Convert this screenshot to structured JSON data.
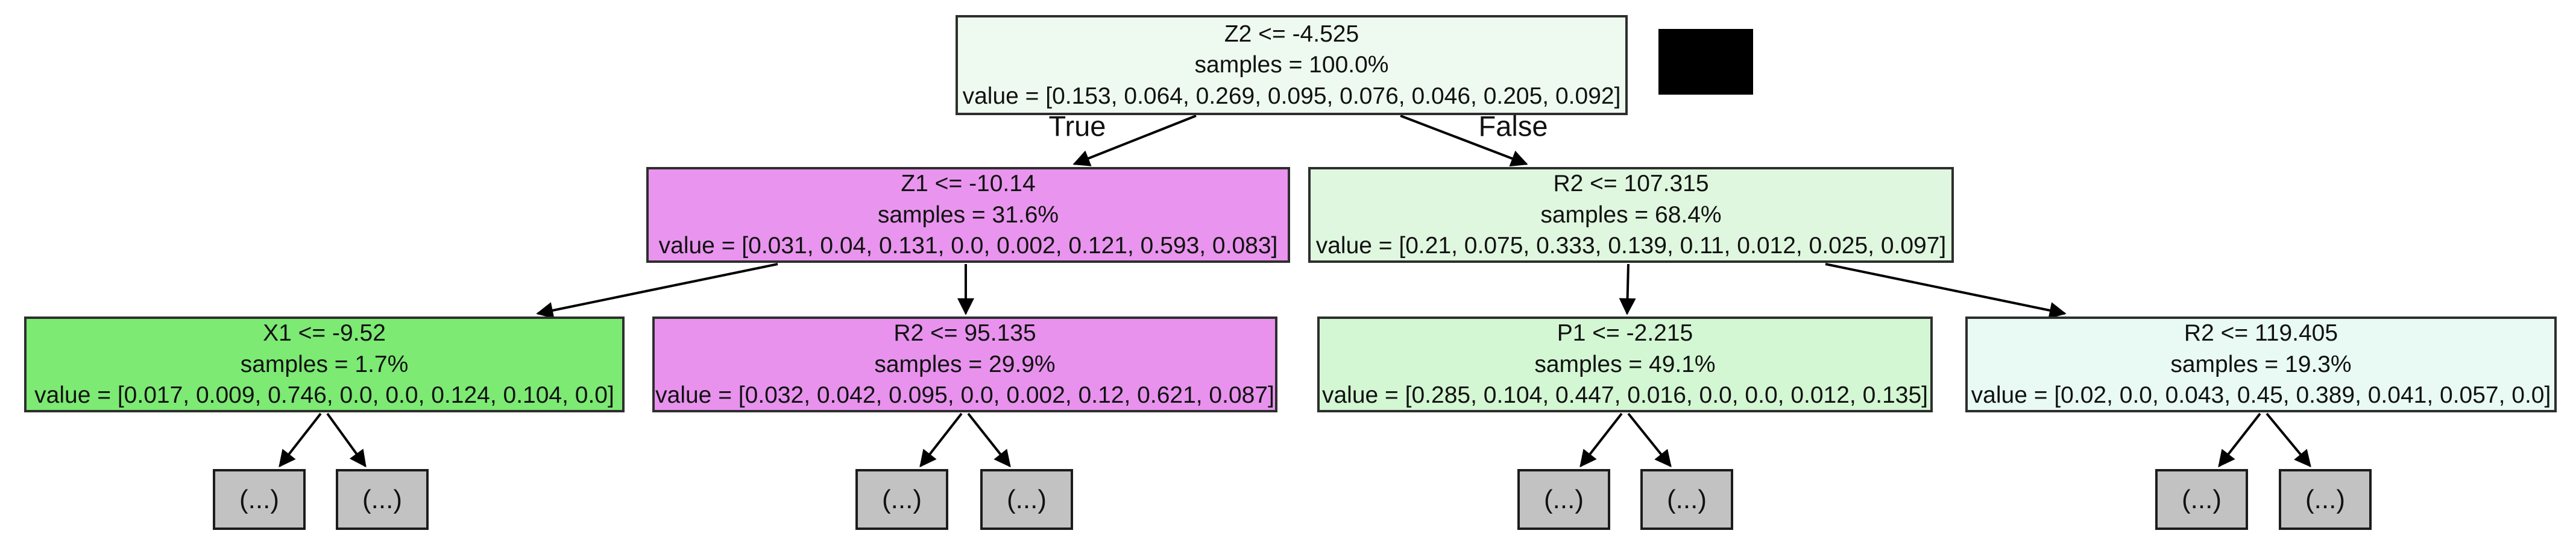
{
  "figure": {
    "kind": "decision-tree-plot",
    "background": "#ffffff",
    "text_color": "#111111",
    "edge_color": "#000000"
  },
  "edge_labels": {
    "true": "True",
    "false": "False"
  },
  "leaf_label": "(...)",
  "legend": {
    "swatch_color": "#000000"
  },
  "chart_data": {
    "type": "tree",
    "visible_split_nodes": 7,
    "collapsed_leaves": 8,
    "nodes": {
      "root": {
        "condition": "Z2 <= -4.525",
        "samples_label": "samples = 100.0%",
        "samples_pct": 100.0,
        "value_label": "value = [0.153, 0.064, 0.269, 0.095, 0.076, 0.046, 0.205, 0.092]",
        "values": [
          0.153,
          0.064,
          0.269,
          0.095,
          0.076,
          0.046,
          0.205,
          0.092
        ],
        "fill": "#eefaef"
      },
      "l2_left": {
        "condition": "Z1 <= -10.14",
        "samples_label": "samples = 31.6%",
        "samples_pct": 31.6,
        "value_label": "value = [0.031, 0.04, 0.131, 0.0, 0.002, 0.121, 0.593, 0.083]",
        "values": [
          0.031,
          0.04,
          0.131,
          0.0,
          0.002,
          0.121,
          0.593,
          0.083
        ],
        "fill": "#e994ee"
      },
      "l2_right": {
        "condition": "R2 <= 107.315",
        "samples_label": "samples = 68.4%",
        "samples_pct": 68.4,
        "value_label": "value = [0.21, 0.075, 0.333, 0.139, 0.11, 0.012, 0.025, 0.097]",
        "values": [
          0.21,
          0.075,
          0.333,
          0.139,
          0.11,
          0.012,
          0.025,
          0.097
        ],
        "fill": "#dff7df"
      },
      "l3_1": {
        "condition": "X1 <= -9.52",
        "samples_label": "samples = 1.7%",
        "samples_pct": 1.7,
        "value_label": "value = [0.017, 0.009, 0.746, 0.0, 0.0, 0.124, 0.104, 0.0]",
        "values": [
          0.017,
          0.009,
          0.746,
          0.0,
          0.0,
          0.124,
          0.104,
          0.0
        ],
        "fill": "#7cea73"
      },
      "l3_2": {
        "condition": "R2 <= 95.135",
        "samples_label": "samples = 29.9%",
        "samples_pct": 29.9,
        "value_label": "value = [0.032, 0.042, 0.095, 0.0, 0.002, 0.12, 0.621, 0.087]",
        "values": [
          0.032,
          0.042,
          0.095,
          0.0,
          0.002,
          0.12,
          0.621,
          0.087
        ],
        "fill": "#e892ee"
      },
      "l3_3": {
        "condition": "P1 <= -2.215",
        "samples_label": "samples = 49.1%",
        "samples_pct": 49.1,
        "value_label": "value = [0.285, 0.104, 0.447, 0.016, 0.0, 0.0, 0.012, 0.135]",
        "values": [
          0.285,
          0.104,
          0.447,
          0.016,
          0.0,
          0.0,
          0.012,
          0.135
        ],
        "fill": "#d3f6d3"
      },
      "l3_4": {
        "condition": "R2 <= 119.405",
        "samples_label": "samples = 19.3%",
        "samples_pct": 19.3,
        "value_label": "value = [0.02, 0.0, 0.043, 0.45, 0.389, 0.041, 0.057, 0.0]",
        "values": [
          0.02,
          0.0,
          0.043,
          0.45,
          0.389,
          0.041,
          0.057,
          0.0
        ],
        "fill": "#e8faf3"
      }
    },
    "leaf_fill": "#c2c2c2",
    "edges": [
      {
        "from": "root",
        "to": "l2_left",
        "label": "True"
      },
      {
        "from": "root",
        "to": "l2_right",
        "label": "False"
      },
      {
        "from": "l2_left",
        "to": "l3_1"
      },
      {
        "from": "l2_left",
        "to": "l3_2"
      },
      {
        "from": "l2_right",
        "to": "l3_3"
      },
      {
        "from": "l2_right",
        "to": "l3_4"
      },
      {
        "from": "l3_1",
        "to": "leaf"
      },
      {
        "from": "l3_1",
        "to": "leaf"
      },
      {
        "from": "l3_2",
        "to": "leaf"
      },
      {
        "from": "l3_2",
        "to": "leaf"
      },
      {
        "from": "l3_3",
        "to": "leaf"
      },
      {
        "from": "l3_3",
        "to": "leaf"
      },
      {
        "from": "l3_4",
        "to": "leaf"
      },
      {
        "from": "l3_4",
        "to": "leaf"
      }
    ]
  }
}
